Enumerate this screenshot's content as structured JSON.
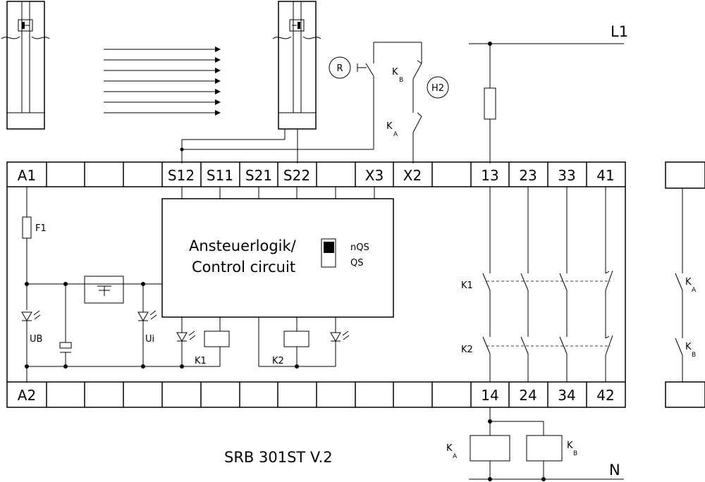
{
  "terminals_top": [
    "A1",
    "",
    "",
    "",
    "S12",
    "S11",
    "S21",
    "S22",
    "",
    "X3",
    "X2",
    "",
    "13",
    "23",
    "33",
    "41"
  ],
  "terminals_bottom": [
    "A2",
    "",
    "",
    "",
    "",
    "",
    "",
    "",
    "",
    "",
    "",
    "",
    "14",
    "24",
    "34",
    "42"
  ],
  "control": {
    "title_line1": "Ansteuerlogik/",
    "title_line2": "Control circuit",
    "switch_nqs": "nQS",
    "switch_qs": "QS"
  },
  "labels": {
    "f1": "F1",
    "ub": "UB",
    "ui": "Ui",
    "k1_coil": "K1",
    "k2_coil": "K2",
    "k1_contacts": "K1",
    "k2_contacts": "K2",
    "reset": "R",
    "h2": "H2",
    "l1": "L1",
    "n": "N",
    "k": "K",
    "sub_a": "A",
    "sub_b": "B"
  },
  "model": "SRB 301ST V.2"
}
